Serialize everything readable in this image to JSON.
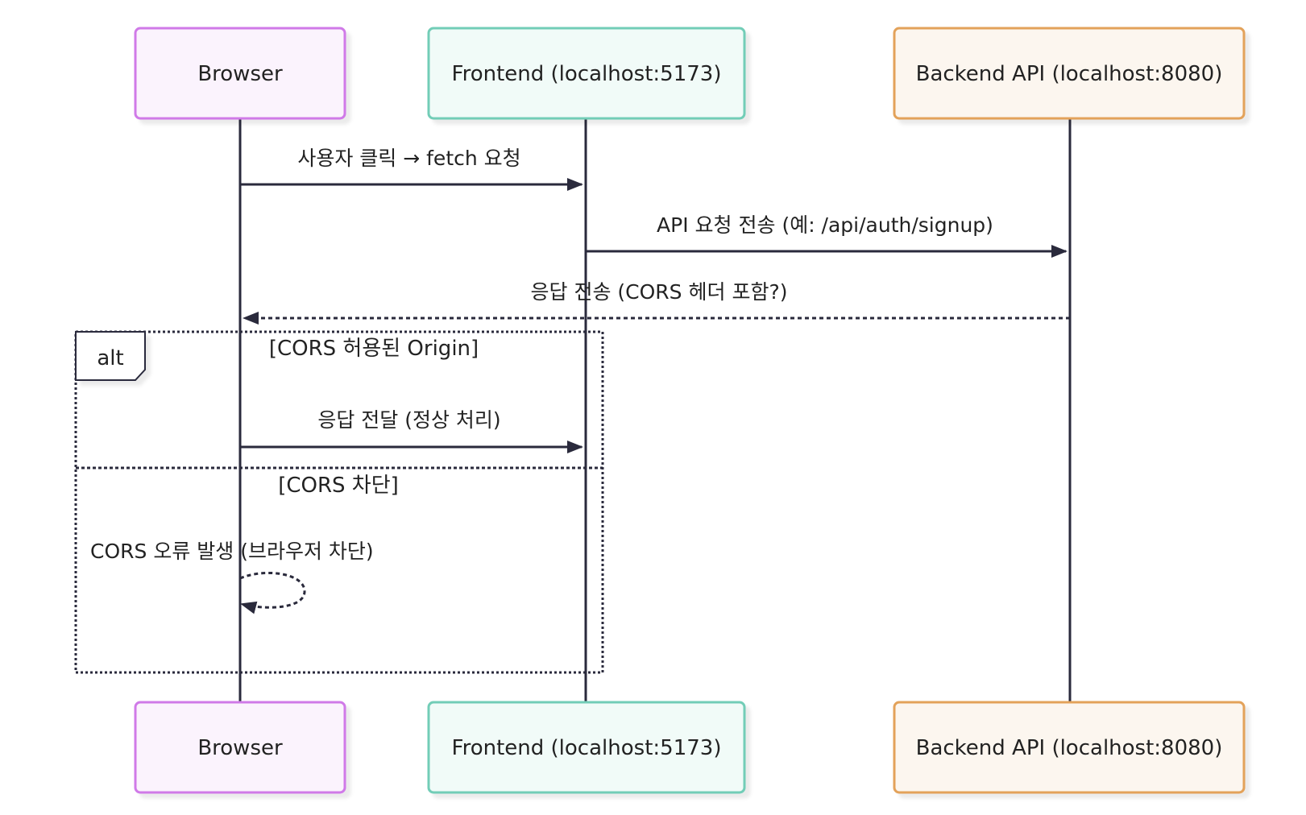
{
  "actors": [
    {
      "id": "browser",
      "label": "Browser",
      "fill": "#fbf3fd",
      "stroke": "#d07ae8"
    },
    {
      "id": "frontend",
      "label": "Frontend (localhost:5173)",
      "fill": "#f1fbf8",
      "stroke": "#72cdb7"
    },
    {
      "id": "backend",
      "label": "Backend API (localhost:8080)",
      "fill": "#fcf6ef",
      "stroke": "#e3a25a"
    }
  ],
  "messages": [
    {
      "from": "browser",
      "to": "frontend",
      "label": "사용자 클릭 → fetch 요청",
      "style": "solid"
    },
    {
      "from": "frontend",
      "to": "backend",
      "label": "API 요청 전송 (예: /api/auth/signup)",
      "style": "solid"
    },
    {
      "from": "backend",
      "to": "browser",
      "label": "응답 전송 (CORS 헤더 포함?)",
      "style": "dashed"
    },
    {
      "from": "browser",
      "to": "frontend",
      "label": "응답 전달 (정상 처리)",
      "style": "solid"
    },
    {
      "from": "browser",
      "to": "browser",
      "label": "CORS 오류 발생 (브라우저 차단)",
      "style": "dashed"
    }
  ],
  "alt_frame": {
    "tag": "alt",
    "sections": [
      "[CORS 허용된 Origin]",
      "[CORS 차단]"
    ]
  },
  "colors": {
    "line": "#2a2a3c"
  }
}
